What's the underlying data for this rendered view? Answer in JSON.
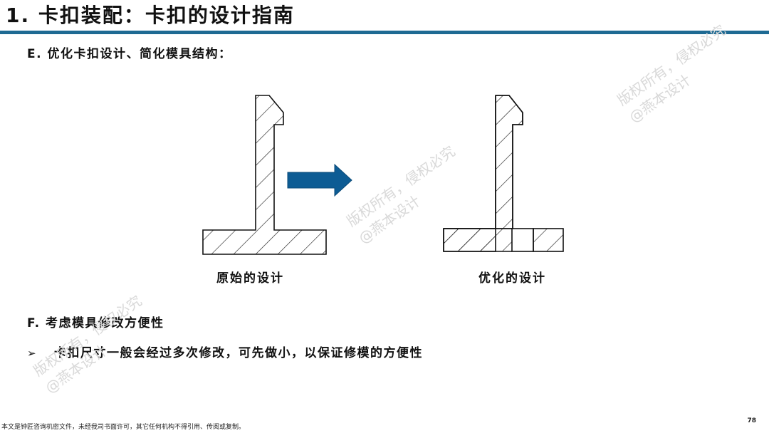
{
  "title": "1. 卡扣装配：卡扣的设计指南",
  "section_e": "E.  优化卡扣设计、简化模具结构：",
  "diagram": {
    "caption_original": "原始的设计",
    "caption_optimized": "优化的设计",
    "arrow_color": "#0d5c94",
    "icon": "right-arrow-icon"
  },
  "section_f": "F.  考虑模具修改方便性",
  "bullet": {
    "marker": "➢",
    "text": "卡扣尺寸一般会经过多次修改，可先做小，以保证修模的方便性"
  },
  "footer": "本文是钟匠咨询机密文件，未经我司书面许可，其它任何机构不得引用、传阅或复制。",
  "page_number": "78",
  "watermarks": {
    "line1": "版权所有，侵权必究",
    "line2": "@燕本设计"
  },
  "colors": {
    "title_bar": "#1e6a93",
    "text": "#111111"
  }
}
